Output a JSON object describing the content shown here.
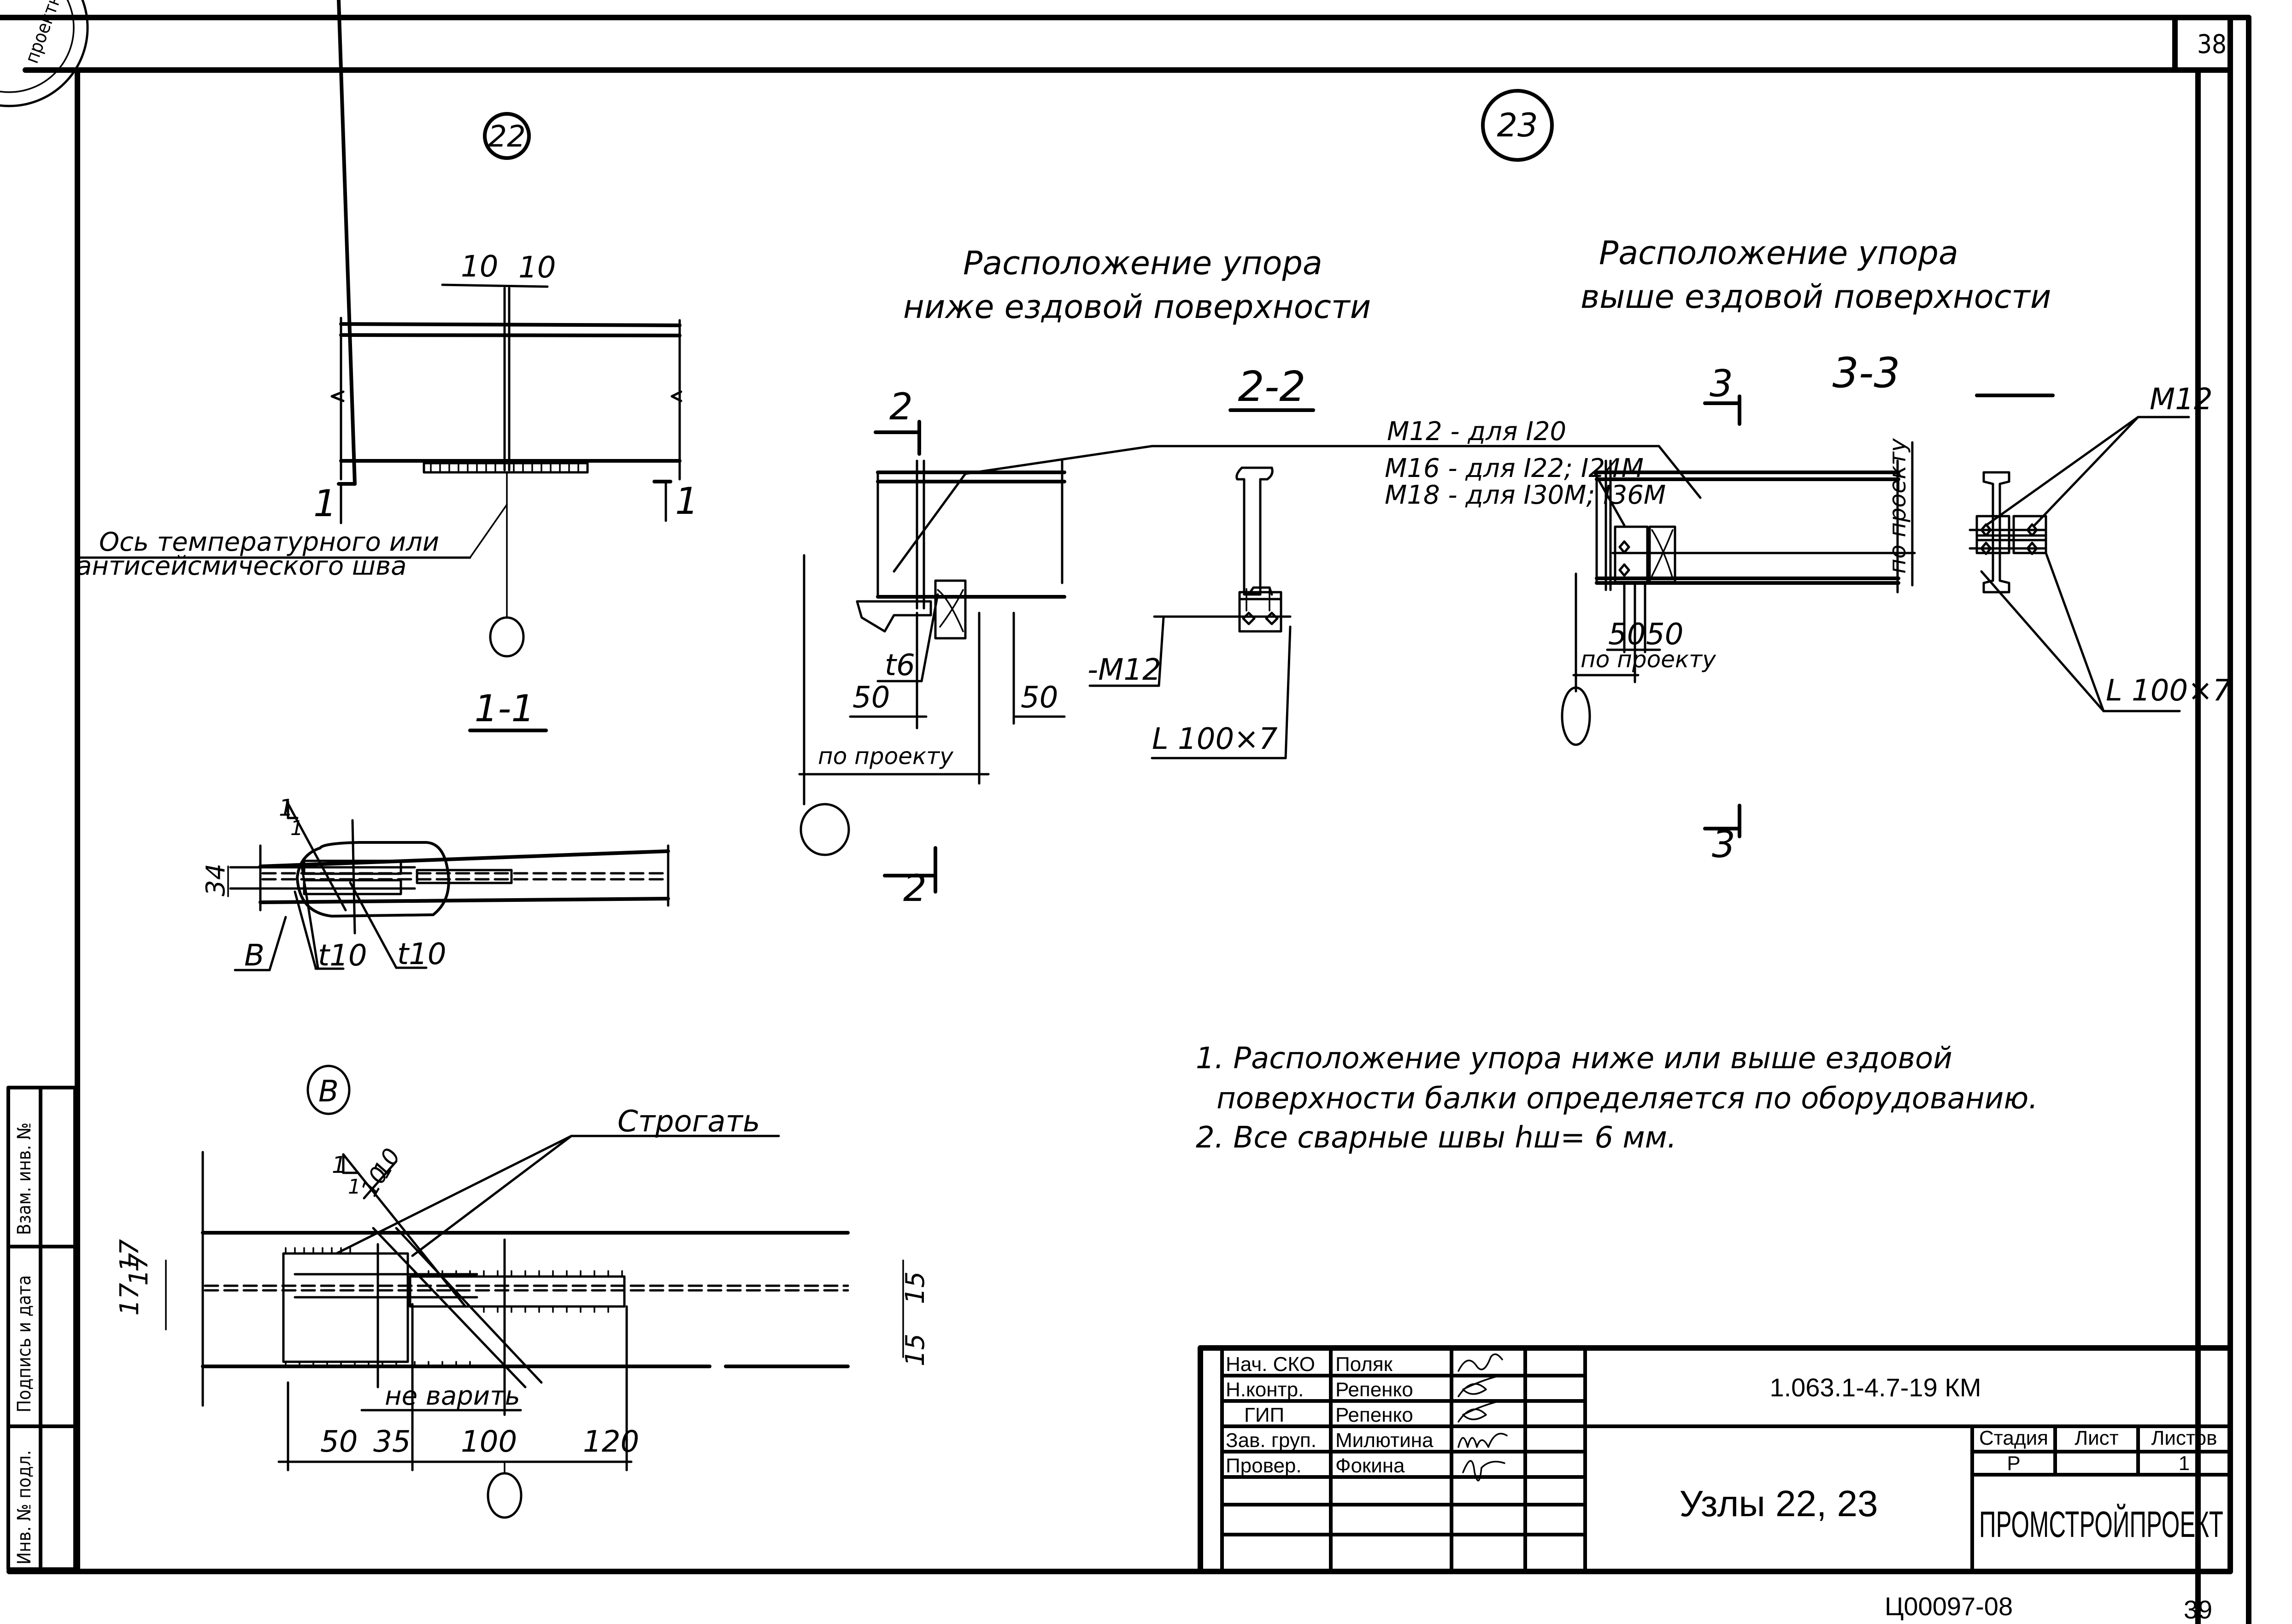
{
  "sheet": {
    "page_number_top": "38",
    "page_number_bottom": "39",
    "archive_code": "Ц00097-08",
    "stamp_text": "проектный институт"
  },
  "side_stamp": {
    "cells": [
      "Взам. инв. №",
      "Подпись и дата",
      "Инв. № подл."
    ]
  },
  "node22": {
    "marker": "22",
    "dim_left": "10",
    "dim_right": "10",
    "section_mark_left": "1",
    "section_mark_right": "1",
    "axis_label_line1": "Ось температурного или",
    "axis_label_line2": "антисейсмического шва",
    "section_title": "1-1",
    "weld_leg": "1",
    "weld_leg2": "1",
    "dim_height": "34",
    "callout_b": "В",
    "callout_t10_a": "t10",
    "callout_t10_b": "t10",
    "detail_marker": "В"
  },
  "detailB": {
    "plane_label": "Строгать",
    "weld_leg": "1",
    "weld_leg2": "1",
    "dim_diag_a": "10",
    "dim_diag_b": "10",
    "dims_left": [
      "17",
      "17",
      "17"
    ],
    "dims_right": [
      "15",
      "15"
    ],
    "no_weld_label": "не варить",
    "dims_bottom": [
      "50",
      "35",
      "100",
      "120"
    ]
  },
  "node23": {
    "marker": "23",
    "below": {
      "title_line1": "Расположение упора",
      "title_line2": "ниже ездовой поверхности",
      "section_title": "2-2",
      "section_mark": "2",
      "bolt_spec_1": "М12 - для I20",
      "bolt_spec_2": "М16 - для I22; I24М",
      "bolt_spec_3": "М18 - для I30М; I36М",
      "plate_label": "t6",
      "dim_a": "50",
      "dim_b": "50",
      "dim_project": "по проекту",
      "bolt_label": "-М12",
      "angle_label": "L 100×7"
    },
    "above": {
      "title_line1": "Расположение упора",
      "title_line2": "выше ездовой поверхности",
      "section_title": "3-3",
      "section_mark": "3",
      "dim_project_vertical": "по проекту",
      "dim_a": "50",
      "dim_b": "50",
      "dim_project": "по проекту",
      "bolt_label": "М12",
      "angle_label": "L 100×7"
    }
  },
  "notes": {
    "line1": "1. Расположение упора ниже или выше ездовой",
    "line2": "поверхности балки определяется по оборудованию.",
    "line3": "2. Все сварные швы hш= 6 мм."
  },
  "title_block": {
    "roles": [
      {
        "role": "Нач. СКО",
        "name": "Поляк"
      },
      {
        "role": "Н.контр.",
        "name": "Репенко"
      },
      {
        "role": "ГИП",
        "name": "Репенко"
      },
      {
        "role": "Зав. груп.",
        "name": "Милютина"
      },
      {
        "role": "Провер.",
        "name": "Фокина"
      }
    ],
    "document_code": "1.063.1-4.7-19 КМ",
    "sheet_title": "Узлы 22, 23",
    "col_stage": "Стадия",
    "col_sheet": "Лист",
    "col_sheets": "Листов",
    "stage_value": "Р",
    "sheet_value": "",
    "sheets_value": "1",
    "organization": "ПРОМСТРОЙПРОЕКТ"
  }
}
